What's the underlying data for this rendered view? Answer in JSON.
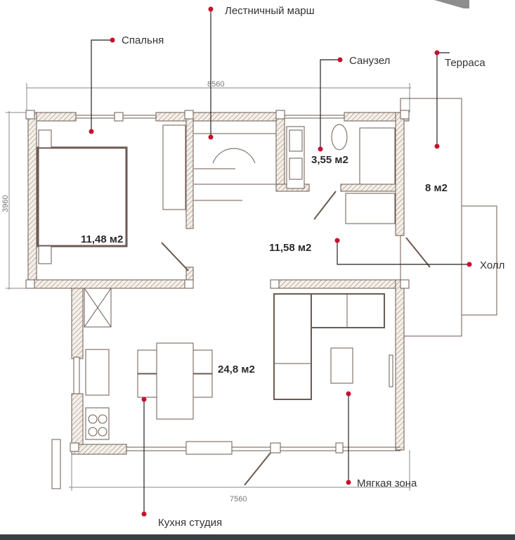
{
  "labels": {
    "bedroom": "Спальня",
    "stairs": "Лестничный марш",
    "bathroom": "Санузел",
    "terrace": "Терраса",
    "hall": "Холл",
    "kitchen": "Кухня студия",
    "lounge": "Мягкая зона"
  },
  "areas": {
    "bedroom": "11,48 м2",
    "hall": "11,58 м2",
    "bathroom": "3,55 м2",
    "terrace": "8 м2",
    "kitchen": "24,8 м2"
  },
  "dimensions": {
    "top": "8560",
    "left": "3960",
    "bottom": "7560"
  },
  "colors": {
    "marker": "#c8102e",
    "wall": "#6b5a50"
  }
}
